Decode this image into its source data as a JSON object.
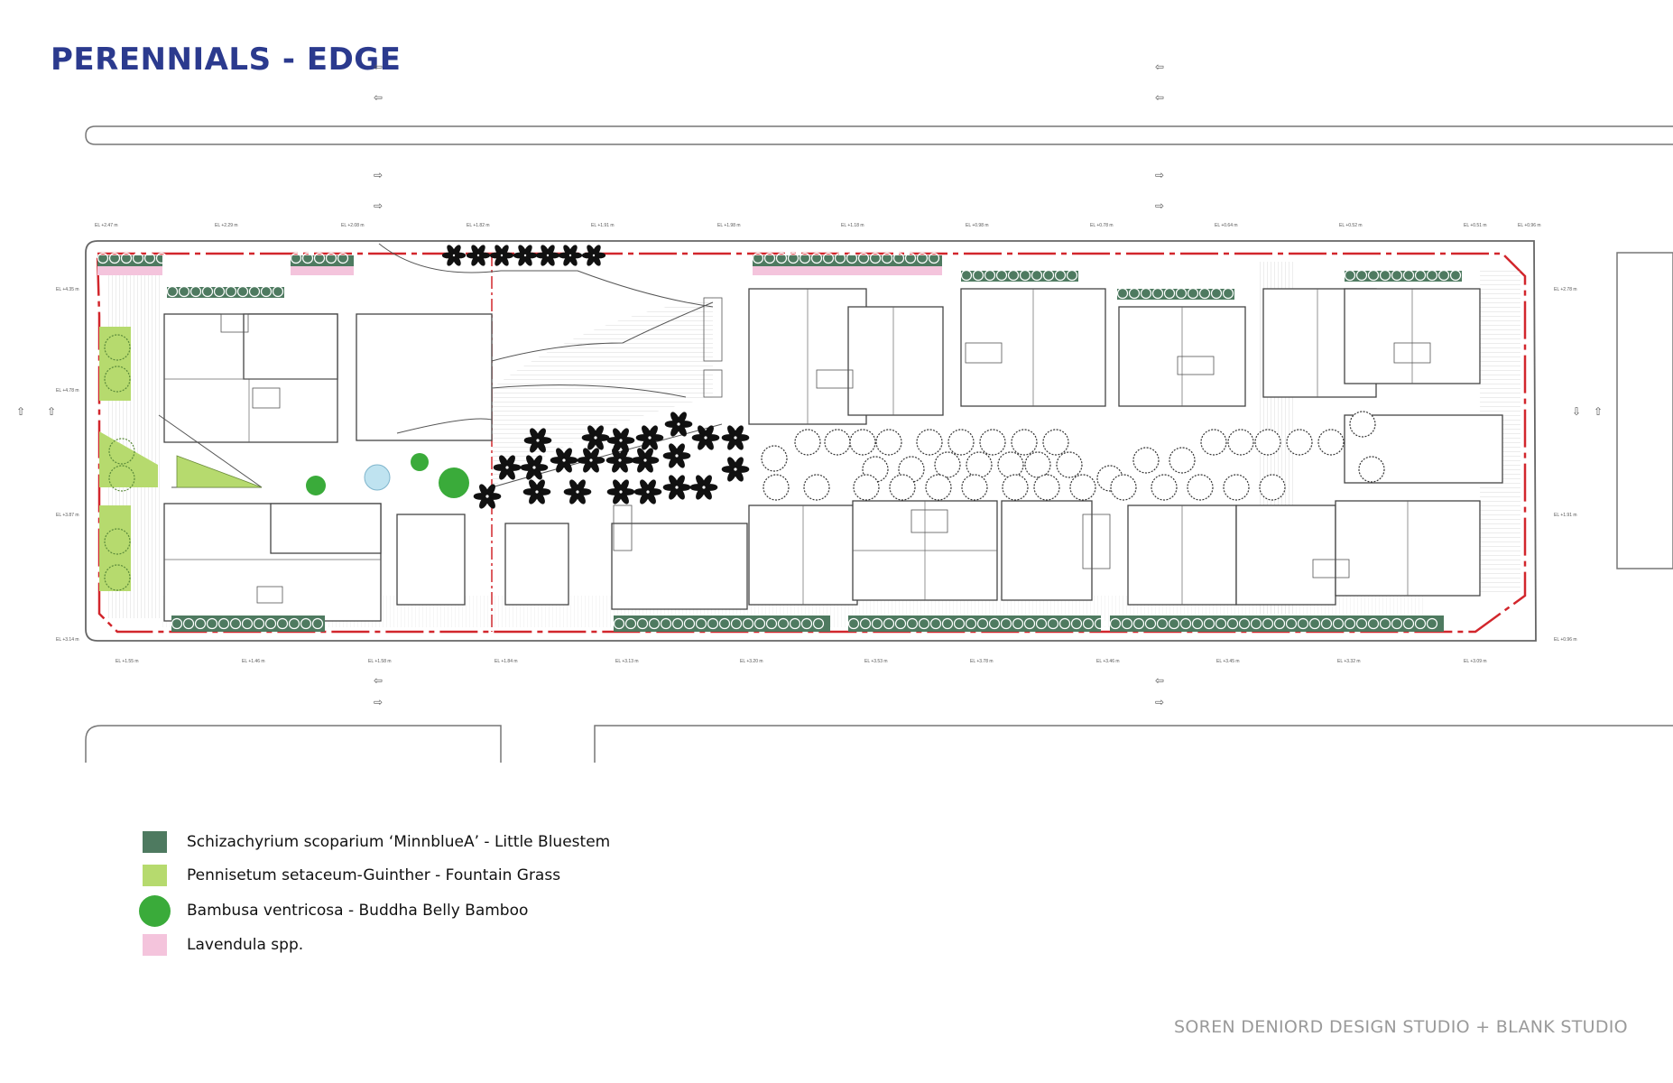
{
  "title": "PERENNIALS - EDGE",
  "legend": {
    "items": [
      {
        "label": "Schizachyrium scoparium ‘MinnblueA’ - Little Bluestem",
        "color": "#4e7a60",
        "shape": "square"
      },
      {
        "label": "Pennisetum setaceum-Guinther - Fountain Grass",
        "color": "#b6da6e",
        "shape": "square"
      },
      {
        "label": "Bambusa ventricosa - Buddha Belly Bamboo",
        "color": "#3aab3a",
        "shape": "circle"
      },
      {
        "label": "Lavendula spp.",
        "color": "#f4c4dc",
        "shape": "square"
      }
    ]
  },
  "credit": "SOREN DENIORD DESIGN STUDIO  + BLANK STUDIO",
  "colors": {
    "title": "#2b3a8e",
    "boundary": "#d2262c",
    "little_bluestem": "#4e7a60",
    "fountain_grass": "#b6da6e",
    "bamboo": "#3aab3a",
    "lavender": "#f4c4dc",
    "pool": "#bfe3f0",
    "linework": "#333333"
  }
}
